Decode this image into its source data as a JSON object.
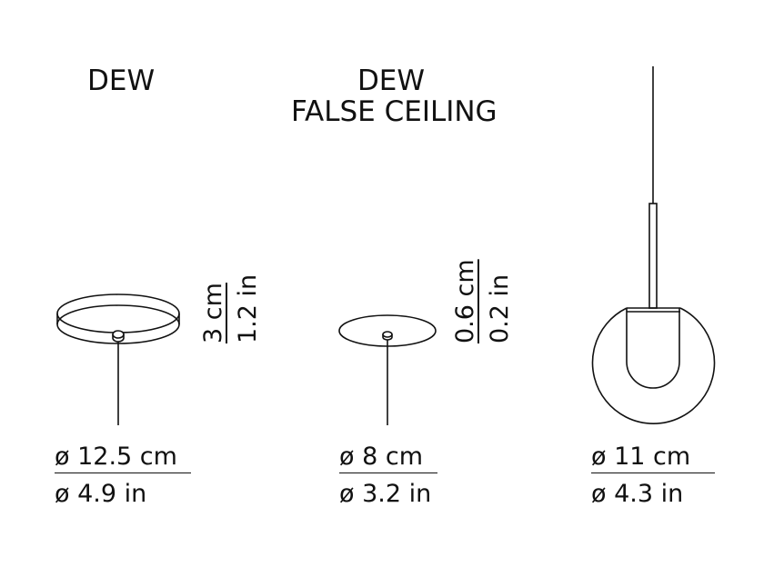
{
  "products": [
    {
      "title_lines": [
        "DEW"
      ],
      "height": {
        "cm": "3 cm",
        "in": "1.2 in"
      },
      "diameter": {
        "cm": "ø 12.5 cm",
        "in": "ø 4.9 in"
      }
    },
    {
      "title_lines": [
        "DEW",
        "FALSE CEILING"
      ],
      "height": {
        "cm": "0.6 cm",
        "in": "0.2 in"
      },
      "diameter": {
        "cm": "ø 8 cm",
        "in": "ø 3.2 in"
      }
    },
    {
      "title_lines": [],
      "diameter": {
        "cm": "ø 11 cm",
        "in": "ø 4.3 in"
      }
    }
  ]
}
